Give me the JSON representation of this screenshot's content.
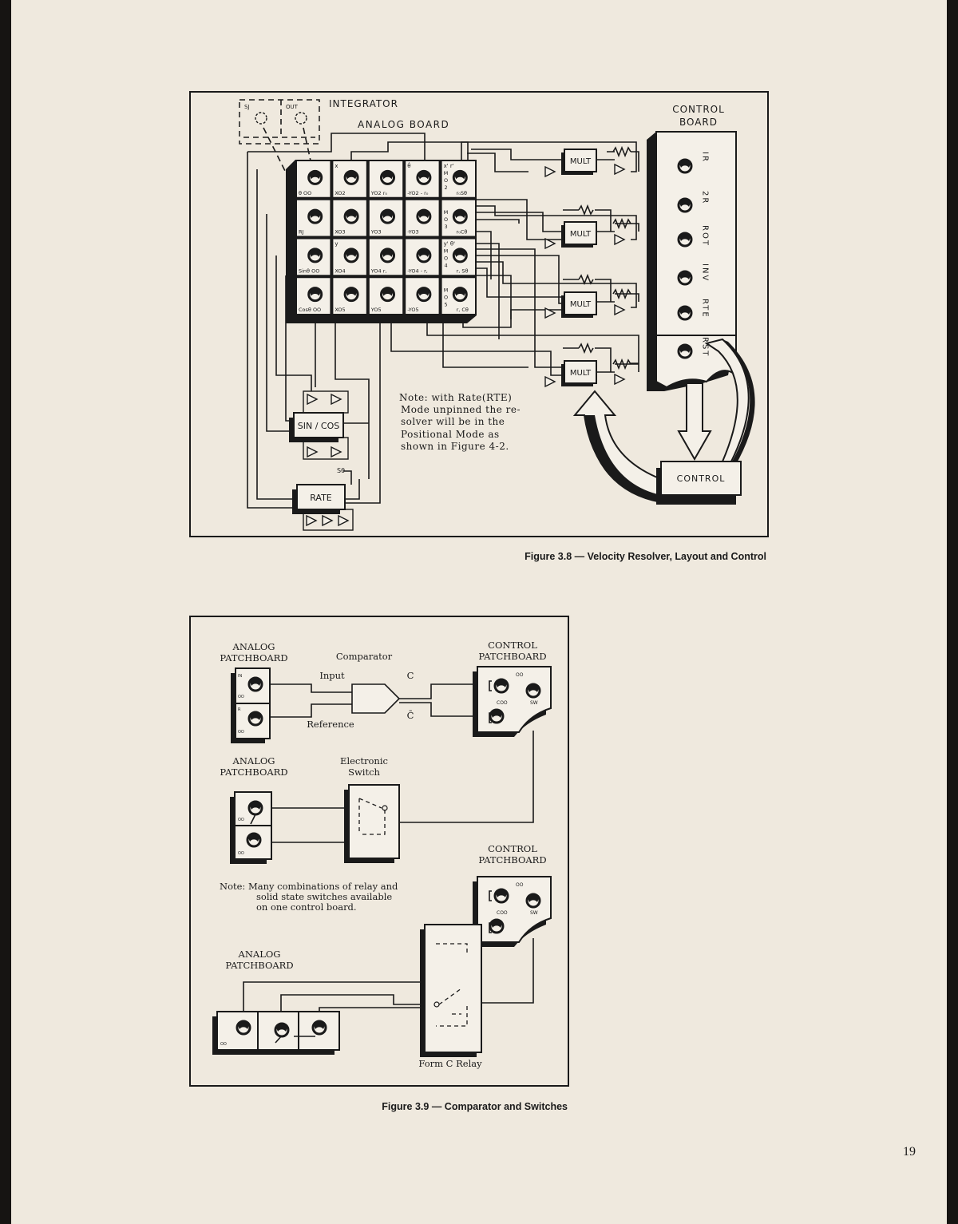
{
  "figure_3_8": {
    "integrator_label": "INTEGRATOR",
    "sj_label": "SJ",
    "out_label": "OUT",
    "analog_board_label": "ANALOG BOARD",
    "control_board_label_1": "CONTROL",
    "control_board_label_2": "BOARD",
    "grid_rows": [
      [
        {
          "top": "",
          "bottom": "θ OO"
        },
        {
          "top": "x",
          "bottom": "XO2"
        },
        {
          "top": "",
          "bottom": "YO2  r₀"
        },
        {
          "top": "θ̇",
          "bottom": "-YO2 - r₀"
        },
        {
          "top": "x'   r'",
          "side": "MO2",
          "bottom": "r₀Sθ"
        }
      ],
      [
        {
          "top": "",
          "bottom": "RJ"
        },
        {
          "top": "",
          "bottom": "XO3"
        },
        {
          "top": "",
          "bottom": "YO3"
        },
        {
          "top": "",
          "bottom": "-YO3"
        },
        {
          "top": "",
          "side": "MO3",
          "bottom": "r₀Cθ"
        }
      ],
      [
        {
          "top": "",
          "bottom": "Sinθ OO"
        },
        {
          "top": "y",
          "bottom": "XO4"
        },
        {
          "top": "",
          "bottom": "YO4  r,"
        },
        {
          "top": "",
          "bottom": "-YO4 - r,"
        },
        {
          "top": "y'   θ'",
          "side": "MO4",
          "bottom": "r, Sθ"
        }
      ],
      [
        {
          "top": "",
          "bottom": "Cosθ OO"
        },
        {
          "top": "",
          "bottom": "XO5"
        },
        {
          "top": "",
          "bottom": "YO5"
        },
        {
          "top": "",
          "bottom": "-YO5"
        },
        {
          "top": "",
          "side": "MO5",
          "bottom": "r, Cθ"
        }
      ]
    ],
    "mult_label": "MULT",
    "control_switches": [
      "IR",
      "2R",
      "ROT",
      "INV",
      "RTE",
      "RST"
    ],
    "sincos_label": "SIN / COS",
    "s_theta_label": "Sθ",
    "rate_label": "RATE",
    "control_label": "CONTROL",
    "note_lines": [
      "Note:  with Rate(RTE)",
      "Mode unpinned the re-",
      "solver will be in the",
      "Positional Mode as",
      "shown in Figure 4-2."
    ],
    "caption": "Figure 3.8 — Velocity Resolver, Layout and Control"
  },
  "figure_3_9": {
    "analog_patchboard_1": "ANALOG",
    "analog_patchboard_2": "PATCHBOARD",
    "control_patchboard_1": "CONTROL",
    "control_patchboard_2": "PATCHBOARD",
    "comparator_label": "Comparator",
    "input_label": "Input",
    "reference_label": "Reference",
    "c_label": "C",
    "c_bar_label": "C̄",
    "in_label": "IN",
    "r_label": "R",
    "oo_label": "OO",
    "coo_label": "COO",
    "sw_label": "SW",
    "electronic_switch_1": "Electronic",
    "electronic_switch_2": "Switch",
    "note_lines": [
      "Note:  Many combinations of relay and",
      "solid state switches available",
      "on one control board."
    ],
    "form_c_relay_label": "Form C Relay",
    "caption": "Figure 3.9 — Comparator and Switches"
  },
  "page_number": "19"
}
